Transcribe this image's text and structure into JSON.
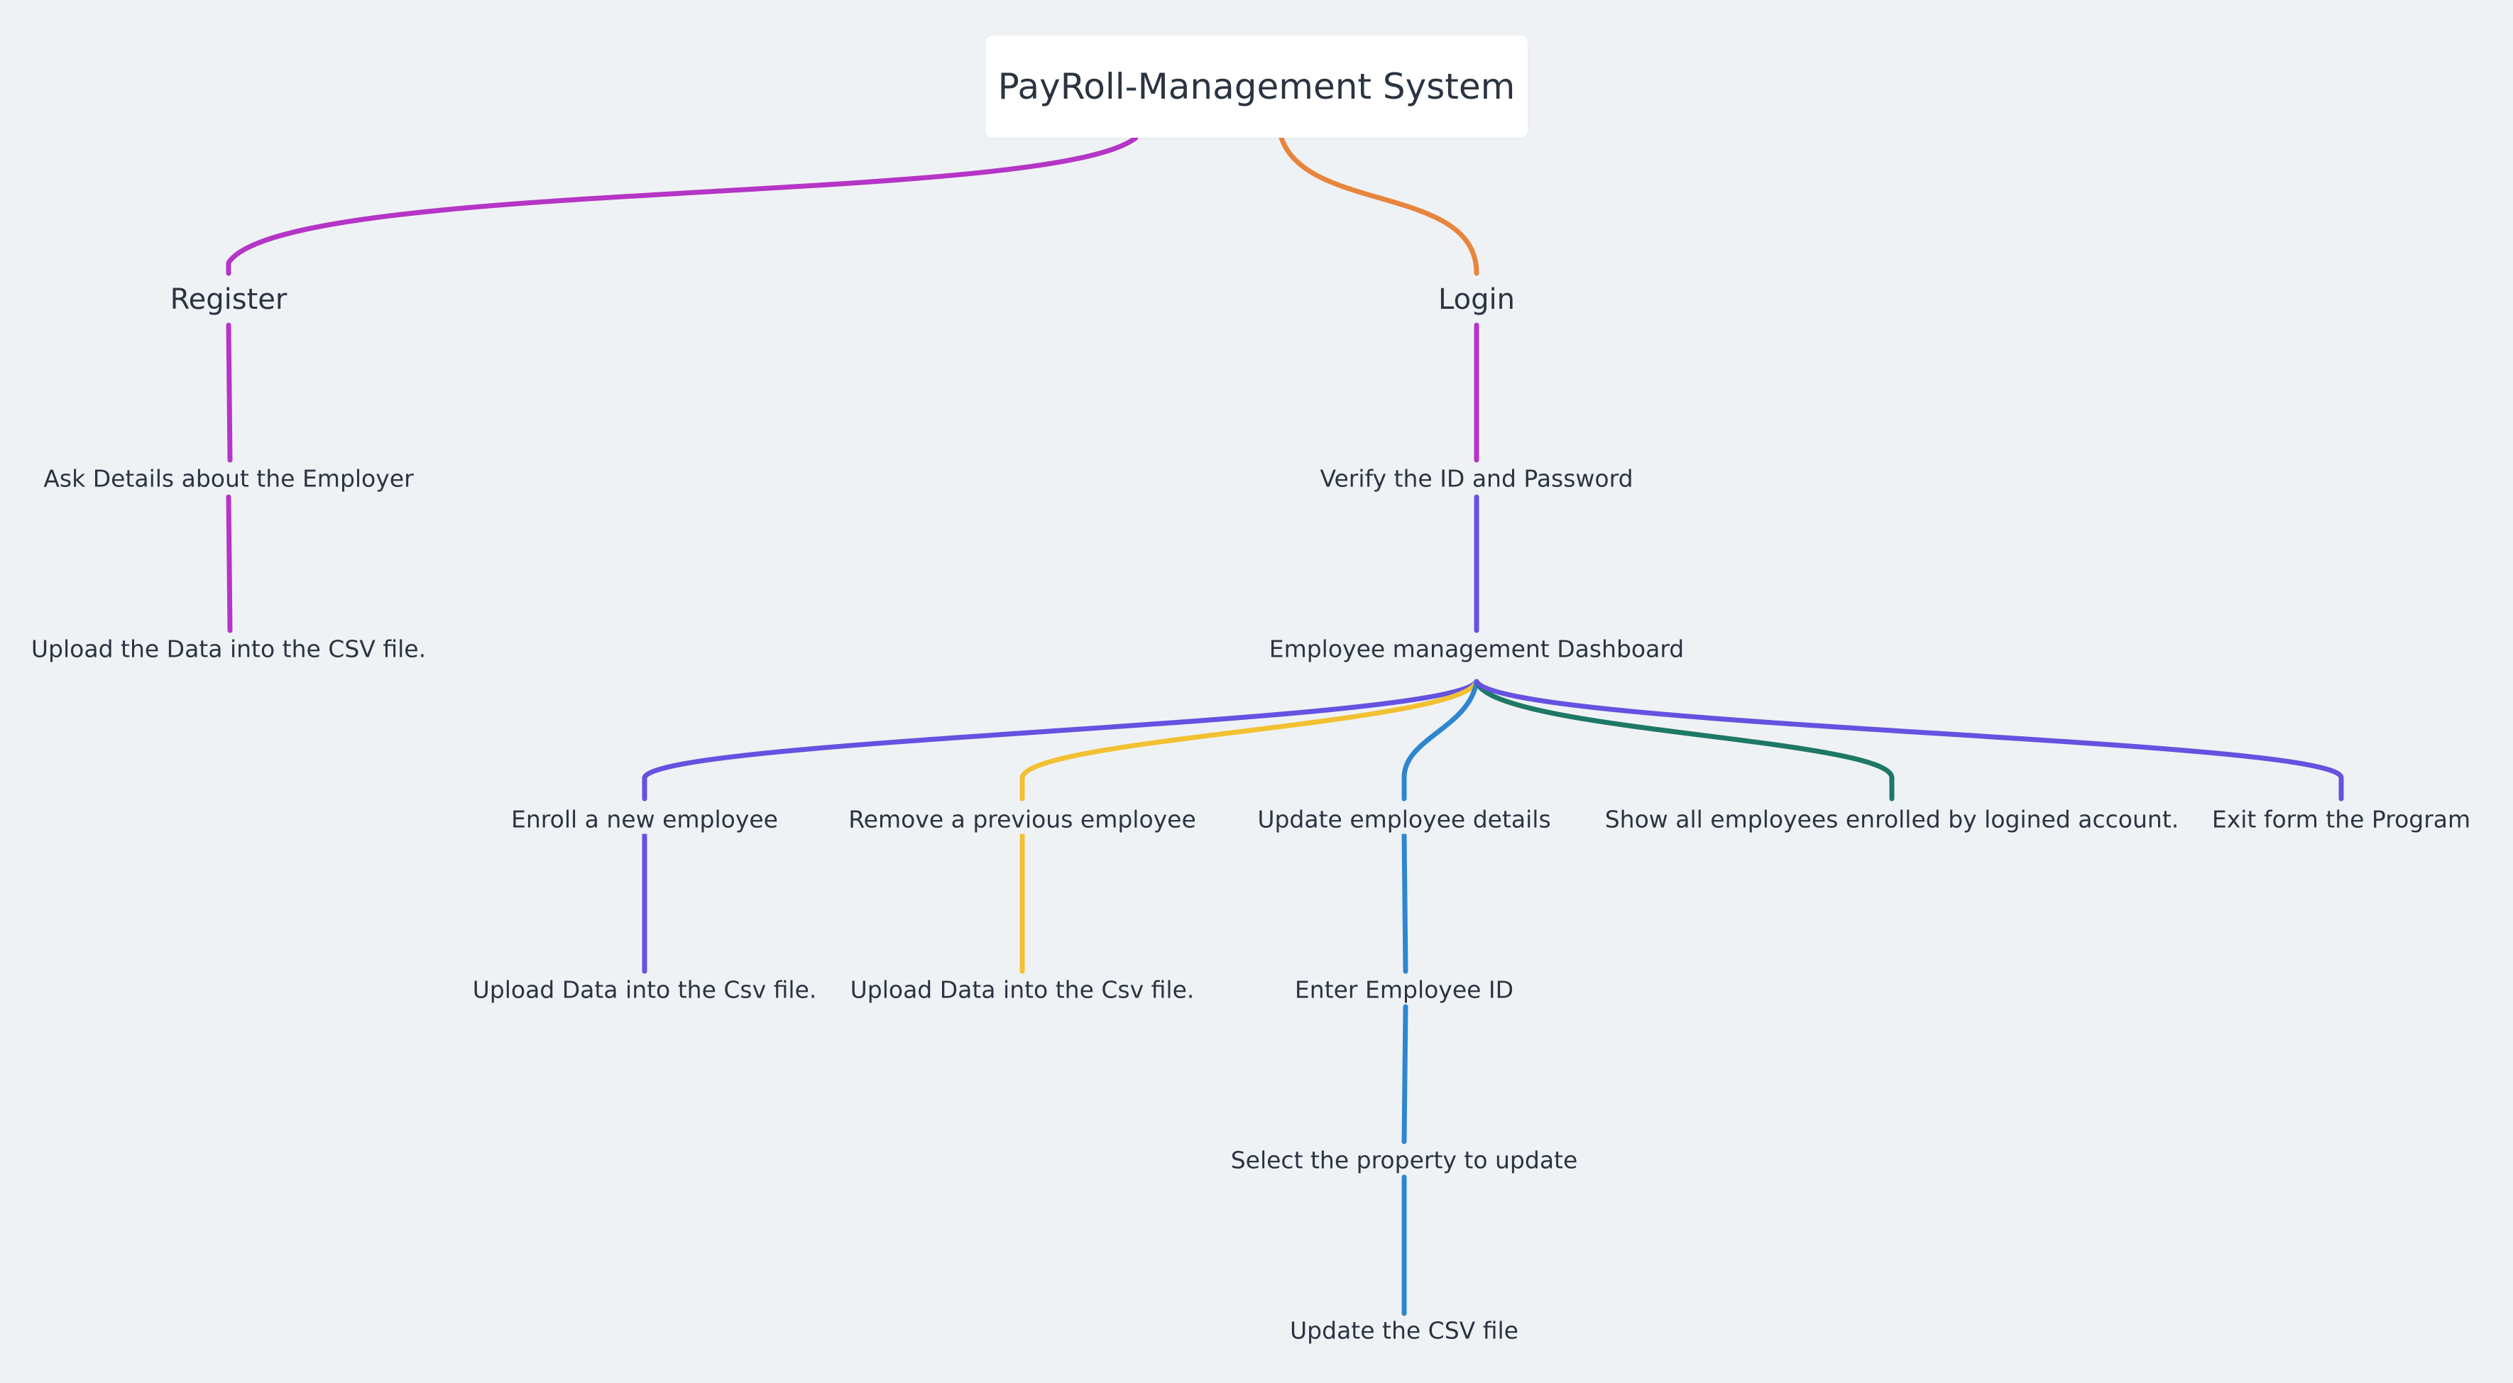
{
  "root": {
    "title": "PayRoll-Management System"
  },
  "nodes": {
    "register": "Register",
    "login": "Login",
    "ask_details": "Ask Details about the Employer",
    "upload_csv": "Upload the Data into the CSV file.",
    "verify": "Verify the ID and Password",
    "dashboard": "Employee management Dashboard",
    "enroll": "Enroll a new employee",
    "remove": "Remove a previous employee",
    "update": "Update employee details",
    "show_all": "Show all employees enrolled by logined account.",
    "exit": "Exit form the Program",
    "enroll_upload": "Upload Data into the Csv file.",
    "remove_upload": "Upload Data into the Csv file.",
    "enter_id": "Enter Employee ID",
    "select_property": "Select the property to update",
    "update_csv": "Update the CSV file"
  },
  "branch_colors": {
    "register": "#b535c6",
    "login": "#e8853d",
    "verify": "#b535c6",
    "dashboard": "#6552e0",
    "enroll": "#6552e0",
    "remove": "#f2c132",
    "update": "#2f86d0",
    "show_all": "#1e7866",
    "exit": "#6552e0"
  },
  "background": "#eff2f5"
}
